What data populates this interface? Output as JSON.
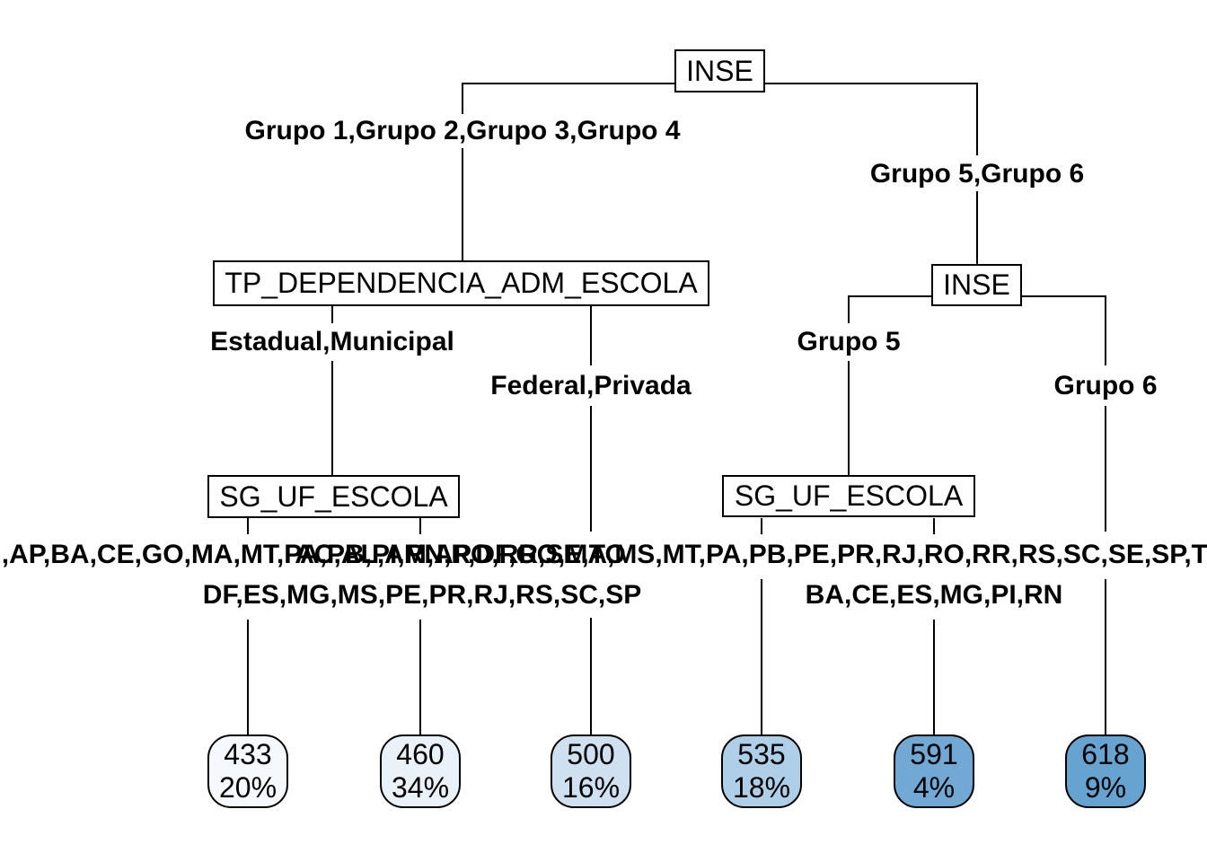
{
  "diagram": {
    "title_node": "INSE",
    "nodes": {
      "root": {
        "label": "INSE"
      },
      "tp_dependencia": {
        "label": "TP_DEPENDENCIA_ADM_ESCOLA"
      },
      "inse_2": {
        "label": "INSE"
      },
      "sg_uf_left": {
        "label": "SG_UF_ESCOLA"
      },
      "sg_uf_right": {
        "label": "SG_UF_ESCOLA"
      }
    },
    "edges": {
      "root_left": "Grupo 1,Grupo 2,Grupo 3,Grupo 4",
      "root_right": "Grupo 5,Grupo 6",
      "tp_left": "Estadual,Municipal",
      "tp_right": "Federal,Privada",
      "inse2_left": "Grupo 5",
      "inse2_right": "Grupo 6",
      "uf_left_child1": "AC,AL,AM,AP,BA,CE,GO,MA,MT,PA,PB,PI,RN,RO,RR,SE,TO",
      "uf_left_child2": "DF,ES,MG,MS,PE,PR,RJ,RS,SC,SP",
      "uf_right_child1": "AC,AL,AM,AP,DF,GO,MA,MS,MT,PA,PB,PE,PR,RJ,RO,RR,RS,SC,SE,SP,TO",
      "uf_right_child2": "BA,CE,ES,MG,PI,RN"
    },
    "leaves": [
      {
        "value": "433",
        "pct": "20%",
        "color": "#F5F9FD"
      },
      {
        "value": "460",
        "pct": "34%",
        "color": "#E9F1F9"
      },
      {
        "value": "500",
        "pct": "16%",
        "color": "#CFE1F1"
      },
      {
        "value": "535",
        "pct": "18%",
        "color": "#AFCFE8"
      },
      {
        "value": "591",
        "pct": "4%",
        "color": "#72A9D4"
      },
      {
        "value": "618",
        "pct": "9%",
        "color": "#66A3D0"
      }
    ],
    "line_color": "#000000",
    "background_color": "#FFFFFF"
  }
}
